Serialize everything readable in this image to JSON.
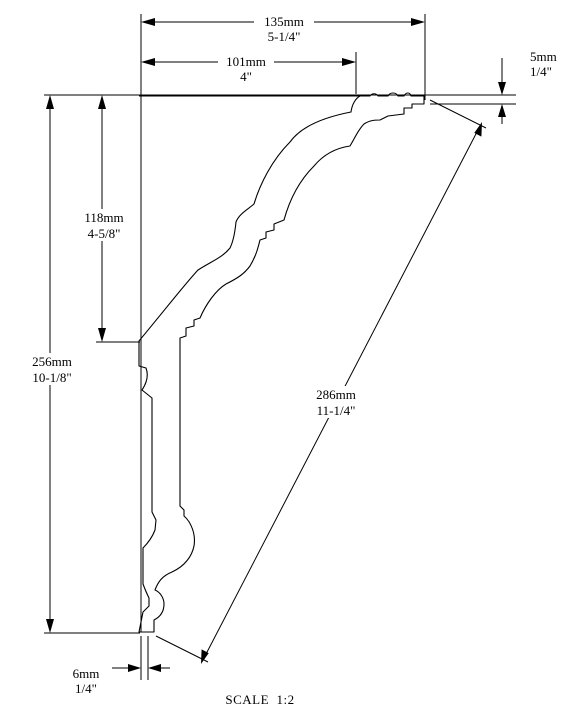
{
  "drawing": {
    "dimensions": {
      "overall_width": {
        "metric": "135mm",
        "imperial": "5-1/4\""
      },
      "projection": {
        "metric": "101mm",
        "imperial": "4\""
      },
      "top_thickness": {
        "metric": "5mm",
        "imperial": "1/4\""
      },
      "drop": {
        "metric": "118mm",
        "imperial": "4-5/8\""
      },
      "overall_height": {
        "metric": "256mm",
        "imperial": "10-1/8\""
      },
      "face": {
        "metric": "286mm",
        "imperial": "11-1/4\""
      },
      "bottom_thickness": {
        "metric": "6mm",
        "imperial": "1/4\""
      }
    },
    "scale_label": "SCALE  1:2"
  }
}
